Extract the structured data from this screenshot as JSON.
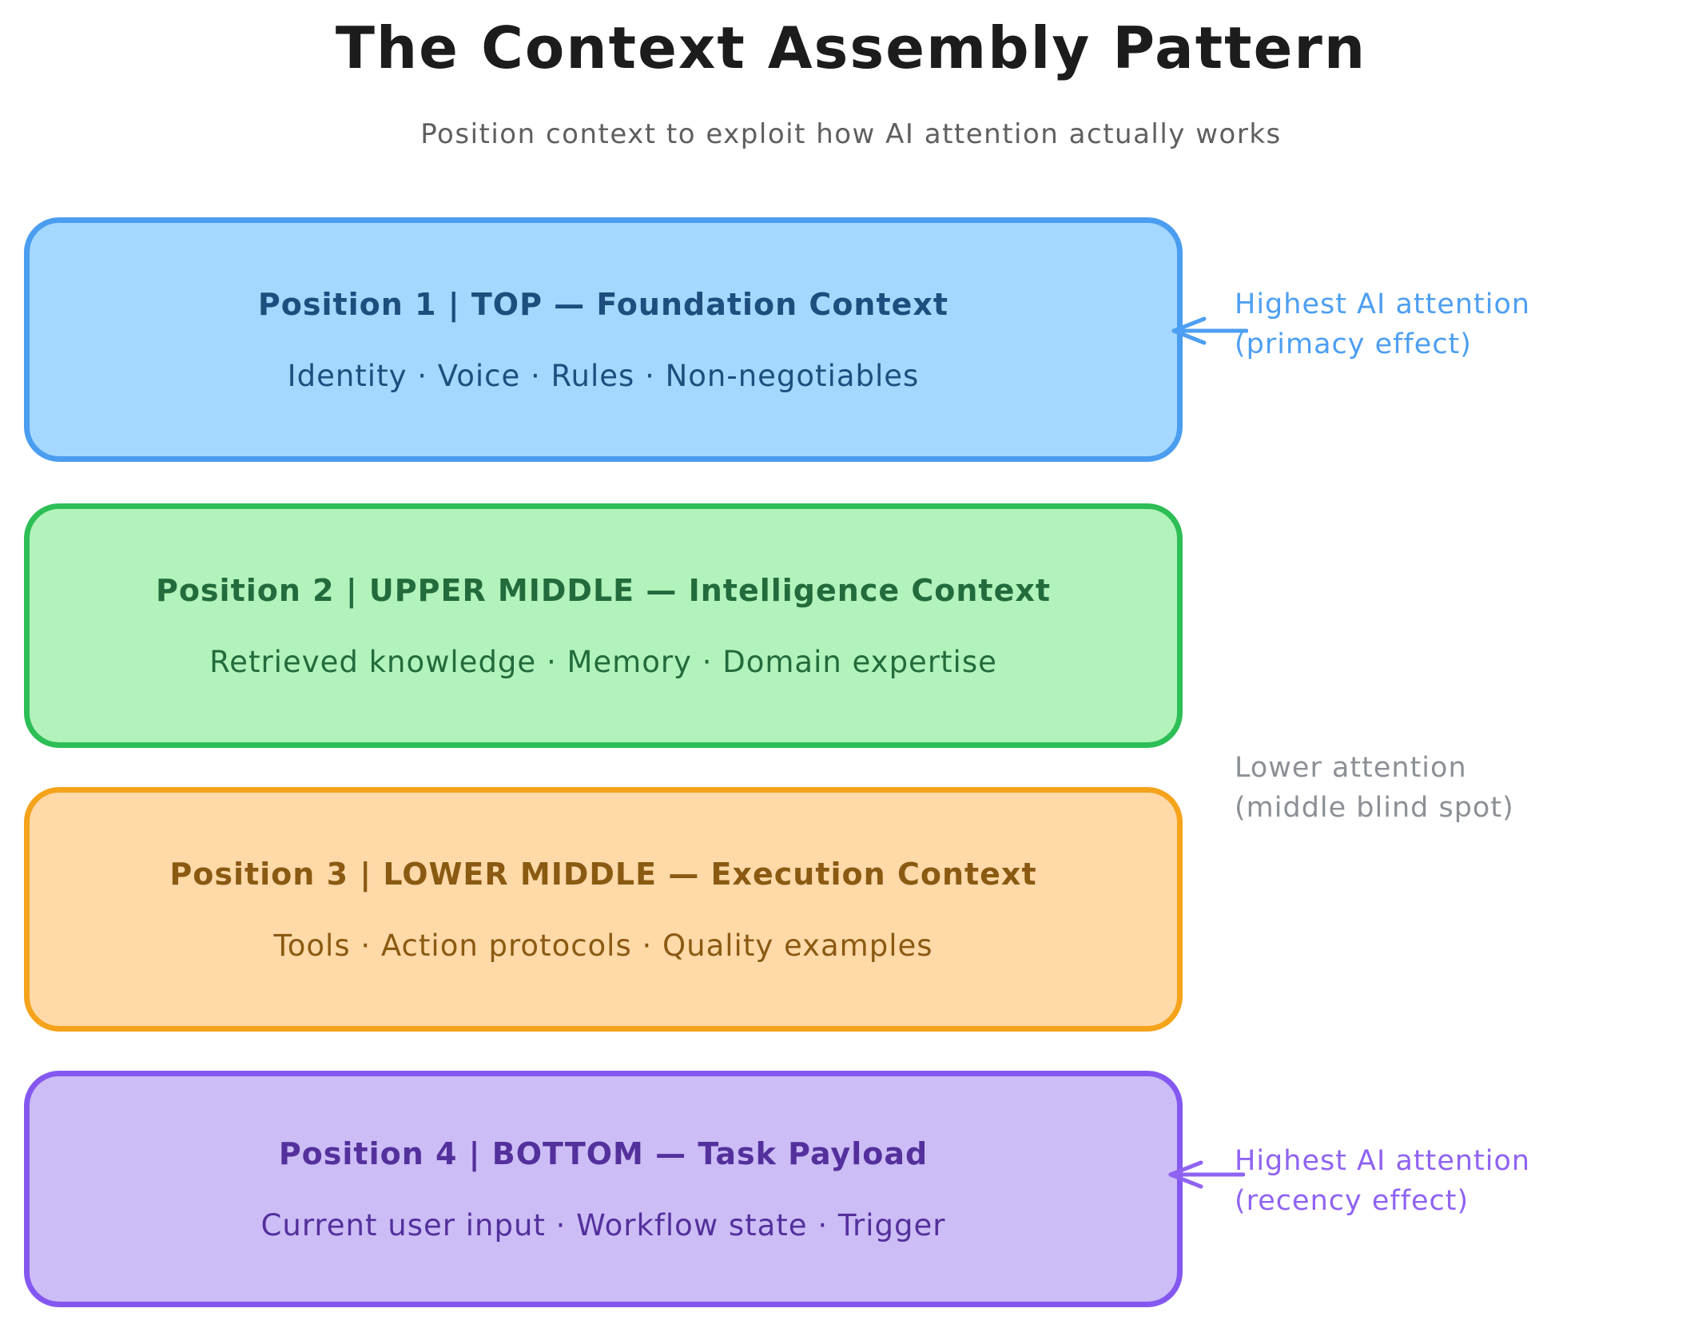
{
  "title": "The Context Assembly Pattern",
  "subtitle": "Position context to exploit how AI attention actually works",
  "boxes": [
    {
      "heading": "Position 1 | TOP — Foundation Context",
      "items": "Identity · Voice · Rules · Non-negotiables",
      "fill": "#a5d8ff",
      "border": "#4a9def",
      "text": "#1d4e7e"
    },
    {
      "heading": "Position 2 | UPPER MIDDLE — Intelligence Context",
      "items": "Retrieved knowledge · Memory · Domain expertise",
      "fill": "#b2f2bb",
      "border": "#2dbe56",
      "text": "#226b3c"
    },
    {
      "heading": "Position 3 | LOWER MIDDLE — Execution Context",
      "items": "Tools · Action protocols · Quality examples",
      "fill": "#ffd9a8",
      "border": "#f5a31b",
      "text": "#8a5a12"
    },
    {
      "heading": "Position 4 | BOTTOM — Task Payload",
      "items": "Current user input · Workflow state · Trigger",
      "fill": "#ccbdf6",
      "border": "#8458f0",
      "text": "#54309c"
    }
  ],
  "annotations": [
    {
      "line1": "Highest AI attention",
      "line2": "(primacy effect)",
      "color": "#4d9ff2",
      "arrow": true
    },
    {
      "line1": "Lower attention",
      "line2": "(middle blind spot)",
      "color": "#8c9096",
      "arrow": false
    },
    {
      "line1": "Highest AI attention",
      "line2": "(recency effect)",
      "color": "#8f63f2",
      "arrow": true
    }
  ]
}
